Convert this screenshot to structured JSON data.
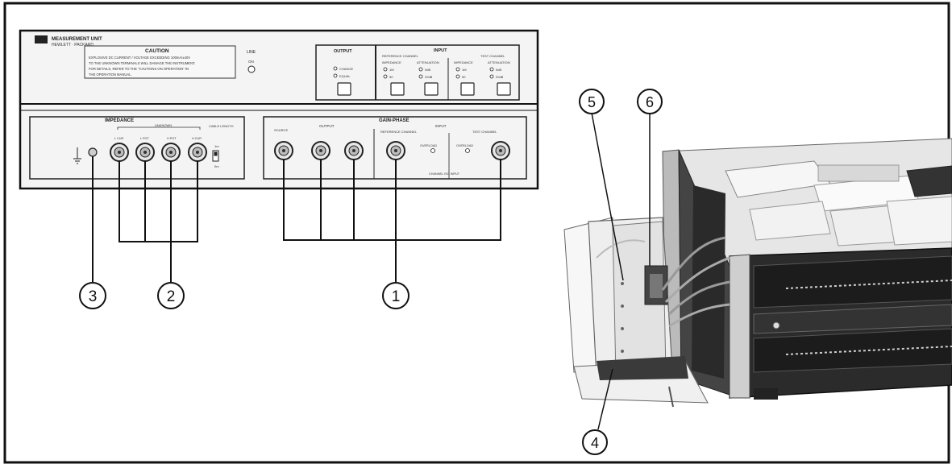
{
  "panel": {
    "brand": "MEASUREMENT UNIT",
    "brand_sub": "HEWLETT · PACKARD",
    "caution_title": "CAUTION",
    "caution_lines": [
      "EXPLOSIVE DC CURRENT / VOLTAGE EXCEEDING 100mA/±40V",
      "TO THE UNKNOWN TERMINALS WILL DAMAGE THE INSTRUMENT.",
      "FOR DETAILS, REFER TO THE \"CAUTIONS ON OPERATION\" IN",
      "THE OPERATION MANUAL."
    ],
    "line_label": "LINE",
    "line_on": "ON",
    "output_label": "OUTPUT",
    "output_opt1": "CHANGE",
    "output_opt2": "EQUAL",
    "input_label": "INPUT",
    "ref_channel": "REFERENCE CHANNEL",
    "test_channel": "TEST CHANNEL",
    "impedance_sub": "IMPEDANCE",
    "attenuation_sub": "ATTENUATION",
    "imp_opt1": "1M",
    "imp_opt2": "50",
    "att_opt1": "0dB",
    "att_opt2": "20dB",
    "impedance_section": "IMPEDANCE",
    "unknown_label": "UNKNOWN",
    "lcur": "L CUR",
    "lpot": "L POT",
    "hpot": "H POT",
    "hcur": "H CUR",
    "cable_length": "CABLE LENGTH",
    "len_1m": "1m",
    "len_0m": "0m",
    "gain_phase_section": "GAIN-PHASE",
    "source_label": "SOURCE",
    "output_gp": "OUTPUT",
    "input_gp": "INPUT",
    "ref_ch_gp": "REFERENCE CHANNEL",
    "test_ch_gp": "TEST CHANNEL",
    "overload": "OVERLOAD",
    "gp_foot": "CHANNEL ISO INPUT"
  },
  "callouts": {
    "c1": "1",
    "c2": "2",
    "c3": "3",
    "c4": "4",
    "c5": "5",
    "c6": "6"
  }
}
